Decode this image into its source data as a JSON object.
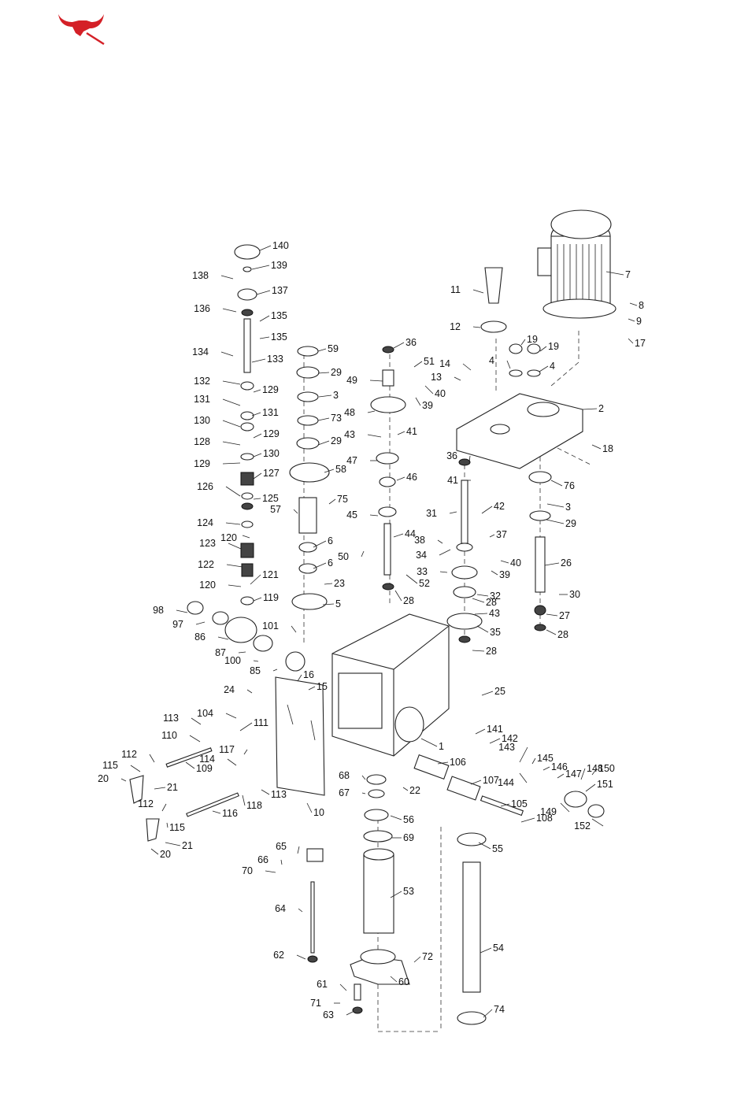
{
  "brand": {
    "logo_icon": "bull-horns-logo-icon",
    "logo_color": "#d42027"
  },
  "callouts": [
    "1",
    "2",
    "3",
    "3",
    "4",
    "4",
    "5",
    "6",
    "6",
    "7",
    "8",
    "9",
    "10",
    "11",
    "12",
    "13",
    "14",
    "15",
    "16",
    "17",
    "18",
    "19",
    "19",
    "20",
    "20",
    "21",
    "21",
    "22",
    "23",
    "24",
    "25",
    "26",
    "27",
    "28",
    "28",
    "28",
    "28",
    "29",
    "29",
    "29",
    "30",
    "31",
    "32",
    "33",
    "34",
    "35",
    "36",
    "36",
    "37",
    "38",
    "39",
    "39",
    "40",
    "40",
    "41",
    "41",
    "42",
    "43",
    "43",
    "44",
    "45",
    "46",
    "47",
    "48",
    "49",
    "50",
    "51",
    "52",
    "53",
    "54",
    "55",
    "56",
    "57",
    "58",
    "59",
    "60",
    "61",
    "62",
    "63",
    "64",
    "65",
    "66",
    "67",
    "68",
    "69",
    "70",
    "71",
    "72",
    "73",
    "74",
    "75",
    "76",
    "85",
    "86",
    "87",
    "97",
    "98",
    "100",
    "101",
    "104",
    "105",
    "106",
    "107",
    "108",
    "109",
    "110",
    "111",
    "112",
    "112",
    "113",
    "113",
    "114",
    "115",
    "115",
    "116",
    "117",
    "118",
    "119",
    "120",
    "120",
    "121",
    "122",
    "123",
    "124",
    "125",
    "126",
    "127",
    "128",
    "129",
    "129",
    "129",
    "130",
    "130",
    "131",
    "131",
    "132",
    "133",
    "134",
    "135",
    "135",
    "136",
    "137",
    "138",
    "139",
    "140",
    "141",
    "142",
    "143",
    "144",
    "145",
    "146",
    "147",
    "148",
    "149",
    "150",
    "151",
    "152"
  ]
}
